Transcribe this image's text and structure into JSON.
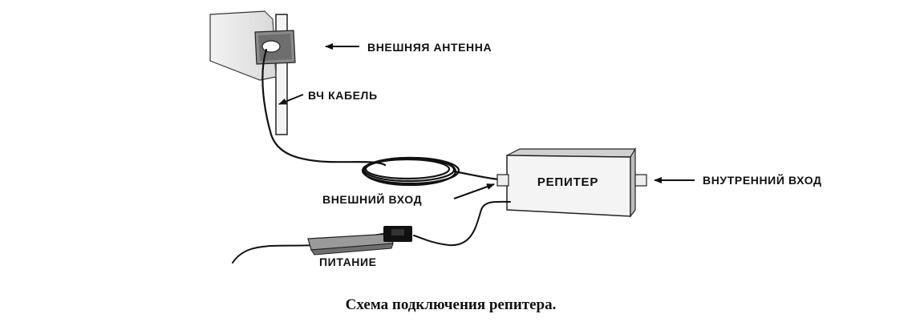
{
  "labels": {
    "external_antenna": "ВНЕШНЯЯ АНТЕННА",
    "rf_cable": "ВЧ КАБЕЛЬ",
    "external_input": "ВНЕШНИЙ ВХОД",
    "repeater": "РЕПИТЕР",
    "internal_input": "ВНУТРЕННИЙ ВХОД",
    "power": "ПИТАНИЕ"
  },
  "caption": "Схема подключения репитера."
}
